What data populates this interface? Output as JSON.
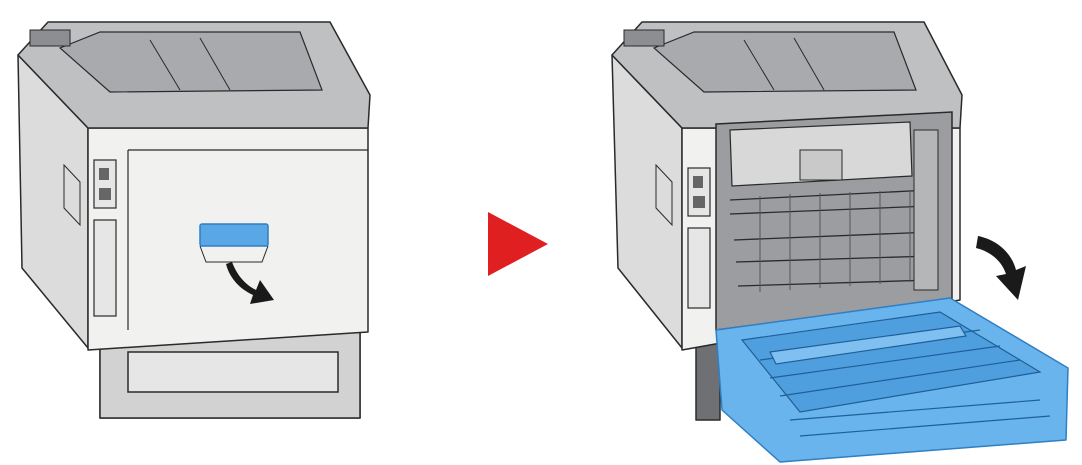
{
  "figure": {
    "steps": [
      {
        "state": "rear-cover-closed",
        "action": "pull-handle-and-open"
      },
      {
        "state": "rear-cover-open",
        "action": "lower-cover"
      }
    ]
  },
  "colors": {
    "printer_body": "#f1f1f0",
    "printer_side": "#dcdcdc",
    "printer_top": "#bfc0c2",
    "printer_base": "#6f7073",
    "outline": "#2a2a2a",
    "handle_blue": "#5aa7e6",
    "cover_blue": "#69b4ec",
    "cover_blue_dark": "#2f7fc4",
    "arrow_red": "#e02020",
    "arrow_black": "#1a1a1a"
  },
  "icons": [
    "right-triangle-arrow-icon",
    "curved-down-arrow-icon"
  ]
}
